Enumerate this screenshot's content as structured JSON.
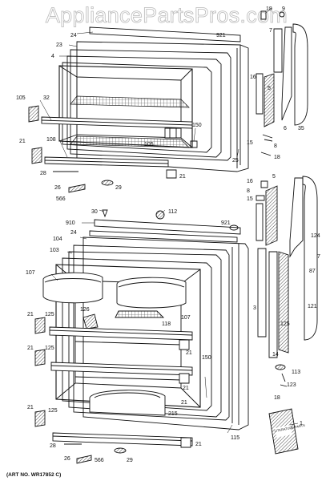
{
  "watermark": "AppliancePartsPros.com",
  "art_no": "(ART NO. WR17852 C)",
  "literature_label": "LITERATURE PARTS",
  "labels": {
    "l18a": "18",
    "l9a": "9",
    "l24a": "24",
    "l921a": "921",
    "l7a": "7",
    "l23": "23",
    "l4a": "4",
    "l16a": "16",
    "l105a": "105",
    "l32": "32",
    "l150a": "150",
    "l105b": "105",
    "l5a": "5",
    "l6": "6",
    "l35": "35",
    "l8a": "8",
    "l15a": "15",
    "l25": "25",
    "l18b": "18",
    "l21a": "21",
    "l108": "108",
    "l28a": "28",
    "l21b": "21",
    "l26a": "26",
    "l29a": "29",
    "l566a": "566",
    "l16b": "16",
    "l5b": "5",
    "l8b": "8",
    "l15b": "15",
    "l124": "124",
    "l7b": "7",
    "l87": "87",
    "l121": "121",
    "l30": "30",
    "l112": "112",
    "l910": "910",
    "l921b": "921",
    "l24b": "24",
    "l104": "104",
    "l103": "103",
    "l107a": "107",
    "l126": "126",
    "l118": "118",
    "l107b": "107",
    "l3": "3",
    "l125c": "125",
    "l21c": "21",
    "l125a": "125",
    "l21d": "21",
    "l21e": "21",
    "l125b": "125",
    "l21f": "21",
    "l150b": "150",
    "l14": "14",
    "l113": "113",
    "l123": "123",
    "l18c": "18",
    "l21g": "21",
    "l21h": "21",
    "l125d": "125",
    "l215": "215",
    "l28b": "28",
    "l21i": "21",
    "l26b": "26",
    "l566b": "566",
    "l29b": "29",
    "l115": "115",
    "l1": "1"
  }
}
